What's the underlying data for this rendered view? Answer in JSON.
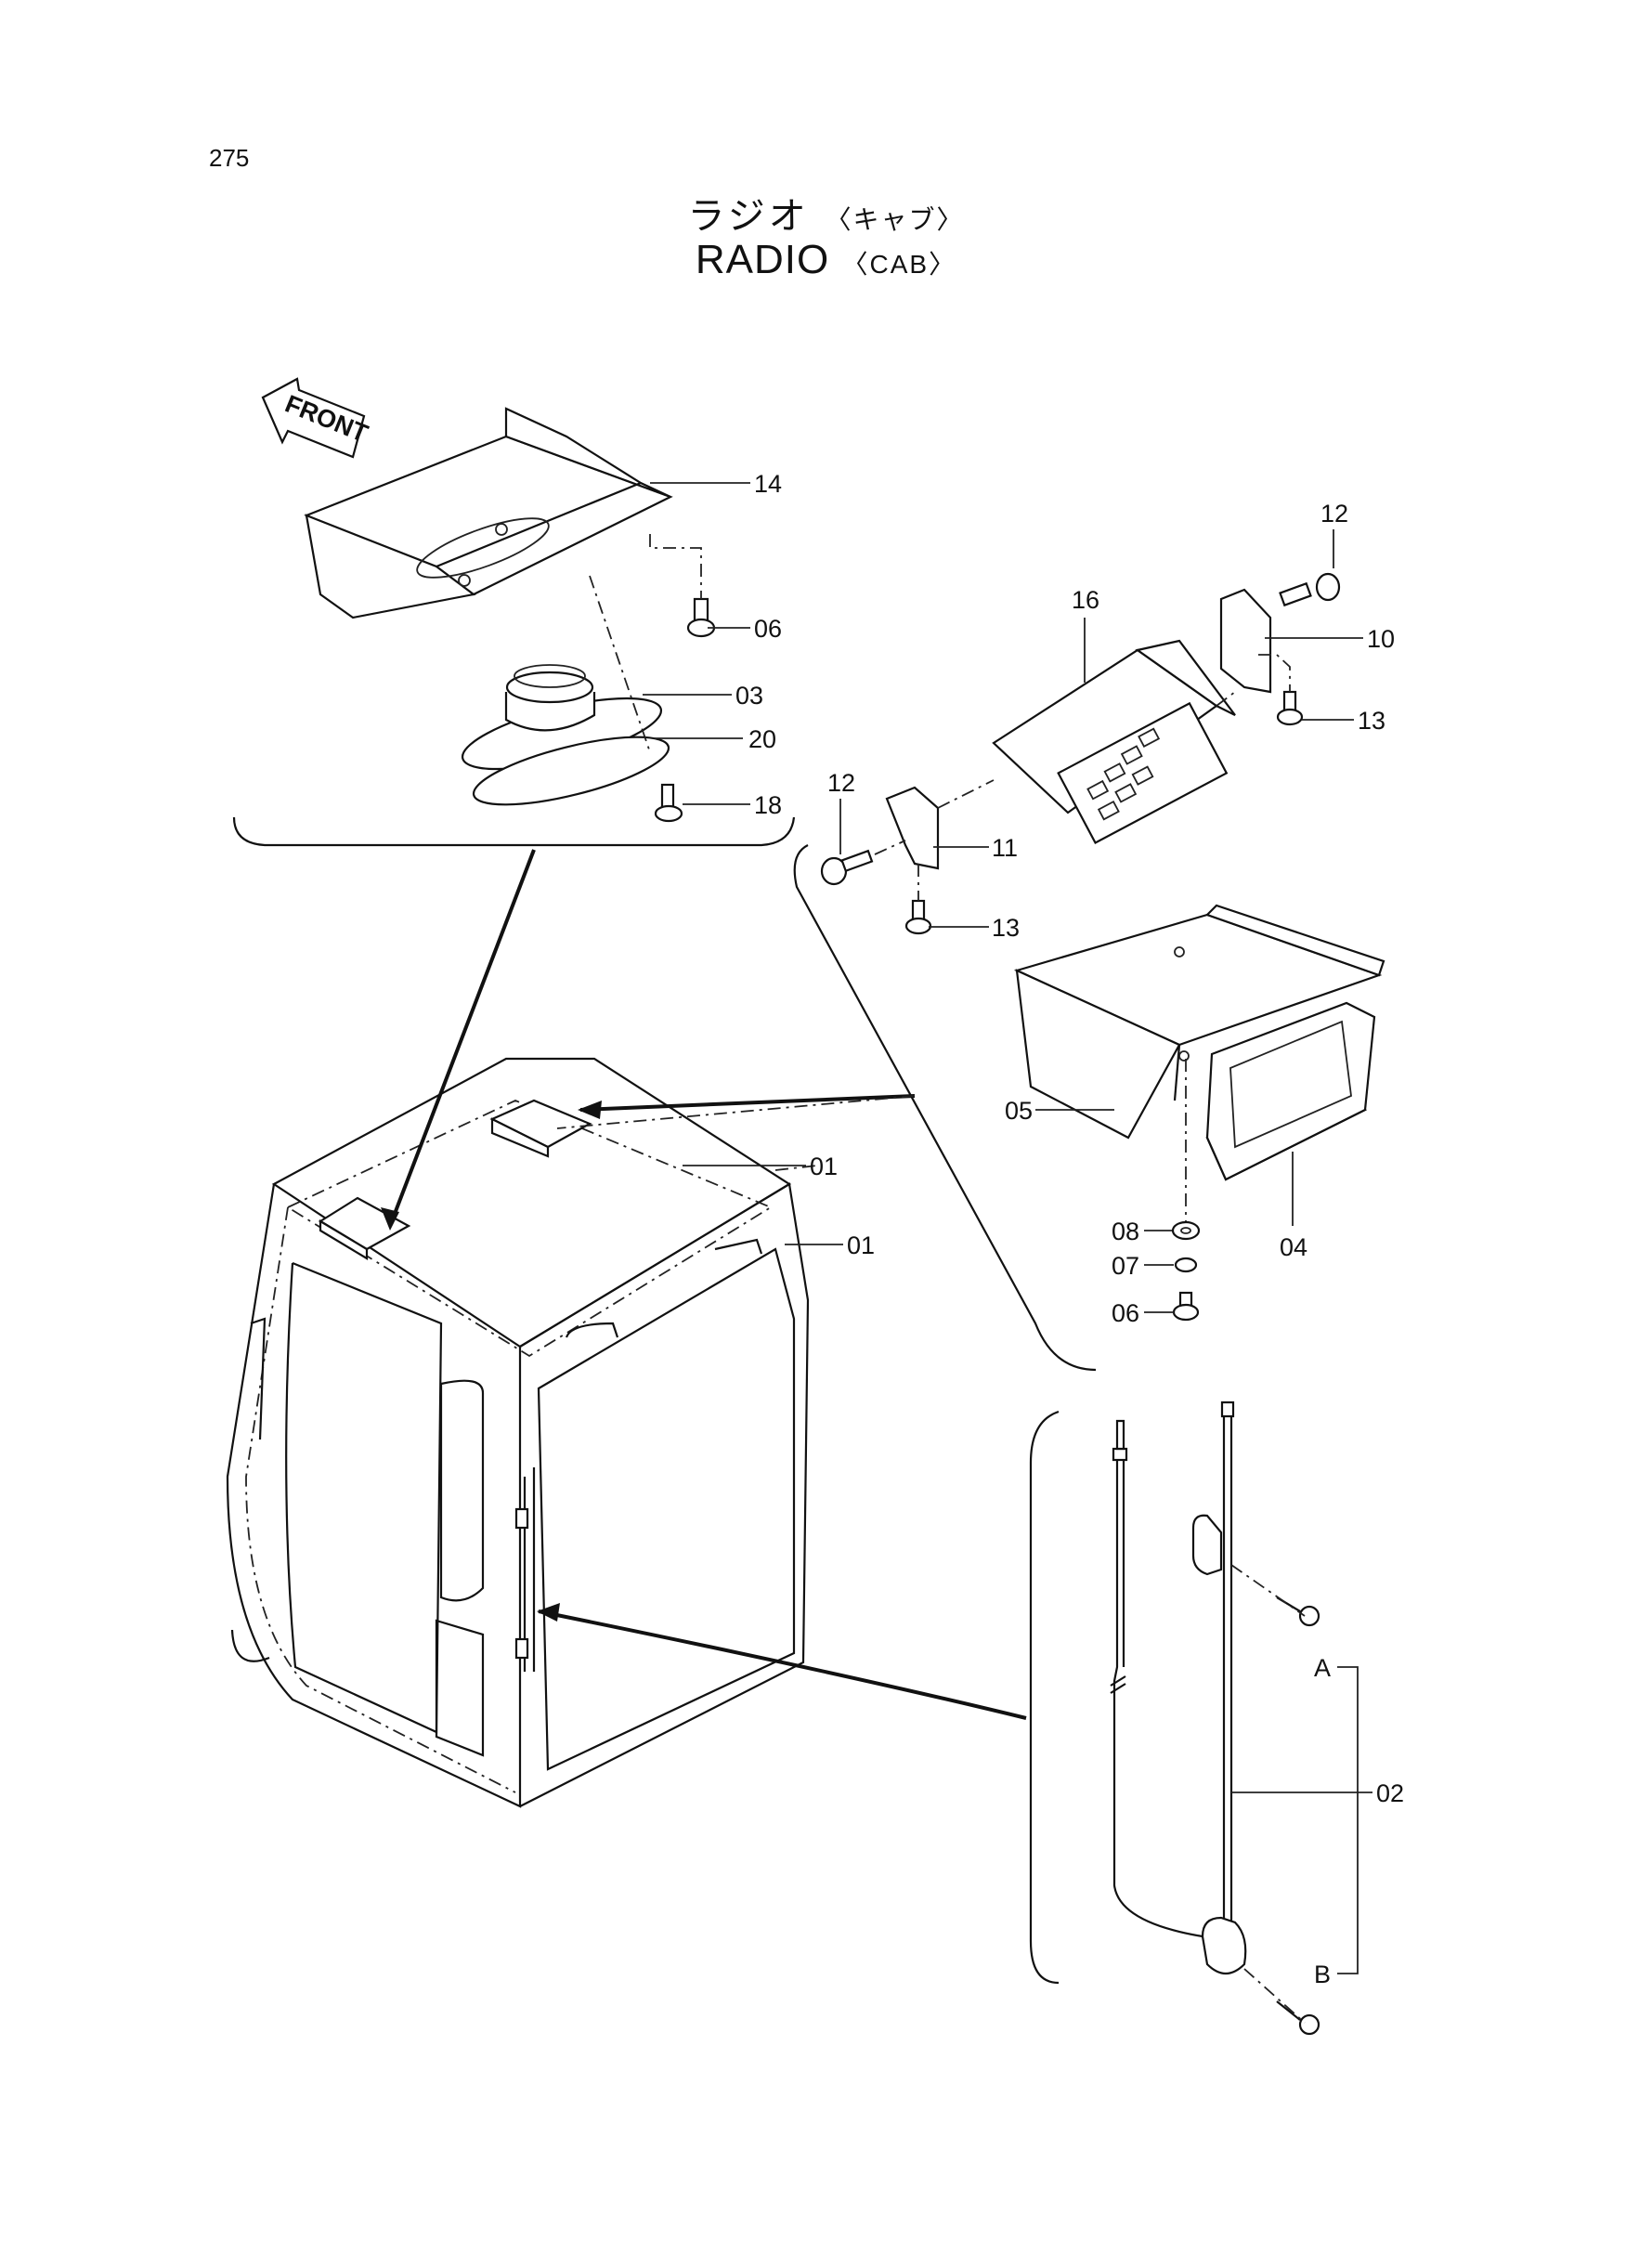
{
  "page_number": "275",
  "title": {
    "jp_main": "ラジオ",
    "jp_sub": "〈キャブ〉",
    "en_main": "RADIO",
    "en_sub": "〈CAB〉"
  },
  "front_marker": "FRONT",
  "callouts": {
    "c14": "14",
    "c06a": "06",
    "c03": "03",
    "c20": "20",
    "c18": "18",
    "c16": "16",
    "c12a": "12",
    "c10": "10",
    "c13a": "13",
    "c12b": "12",
    "c11": "11",
    "c13b": "13",
    "c05": "05",
    "c04": "04",
    "c08": "08",
    "c07": "07",
    "c06b": "06",
    "c01a": "01",
    "c01b": "01",
    "c02": "02",
    "cA": "A",
    "cB": "B"
  }
}
